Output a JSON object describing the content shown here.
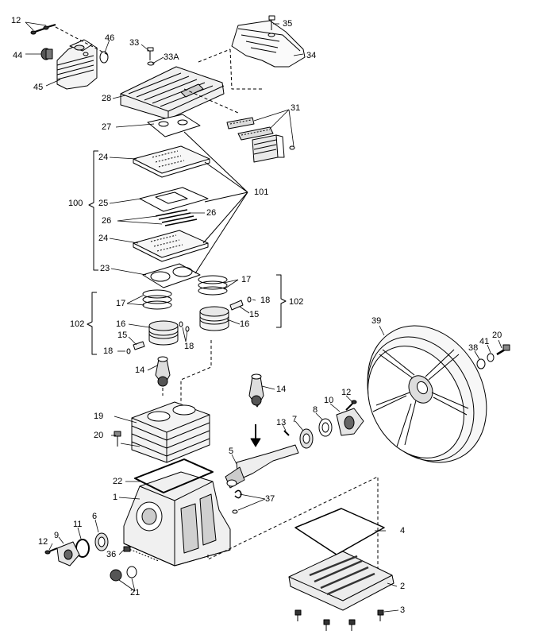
{
  "labels": {
    "p1": "1",
    "p2": "2",
    "p3": "3",
    "p4": "4",
    "p5": "5",
    "p6": "6",
    "p7": "7",
    "p8": "8",
    "p9": "9",
    "p10": "10",
    "p11": "11",
    "p12a": "12",
    "p12b": "12",
    "p12c": "12",
    "p13": "13",
    "p14a": "14",
    "p14b": "14",
    "p15a": "15",
    "p15b": "15",
    "p16a": "16",
    "p16b": "16",
    "p17a": "17",
    "p17b": "17",
    "p18a": "18",
    "p18b": "18",
    "p18c": "18",
    "p19": "19",
    "p20a": "20",
    "p20b": "20",
    "p21": "21",
    "p22": "22",
    "p23": "23",
    "p24a": "24",
    "p24b": "24",
    "p25": "25",
    "p26a": "26",
    "p26b": "26",
    "p27": "27",
    "p28": "28",
    "p31": "31",
    "p33": "33",
    "p33a": "33A",
    "p34": "34",
    "p35": "35",
    "p36": "36",
    "p37": "37",
    "p38": "38",
    "p39": "39",
    "p41": "41",
    "p44": "44",
    "p45": "45",
    "p46": "46",
    "p100": "100",
    "p101": "101",
    "p102a": "102",
    "p102b": "102"
  },
  "colors": {
    "line": "#000000",
    "fill_light": "#f2f2f2",
    "fill_mid": "#bdbdbd",
    "fill_dark": "#333333"
  }
}
